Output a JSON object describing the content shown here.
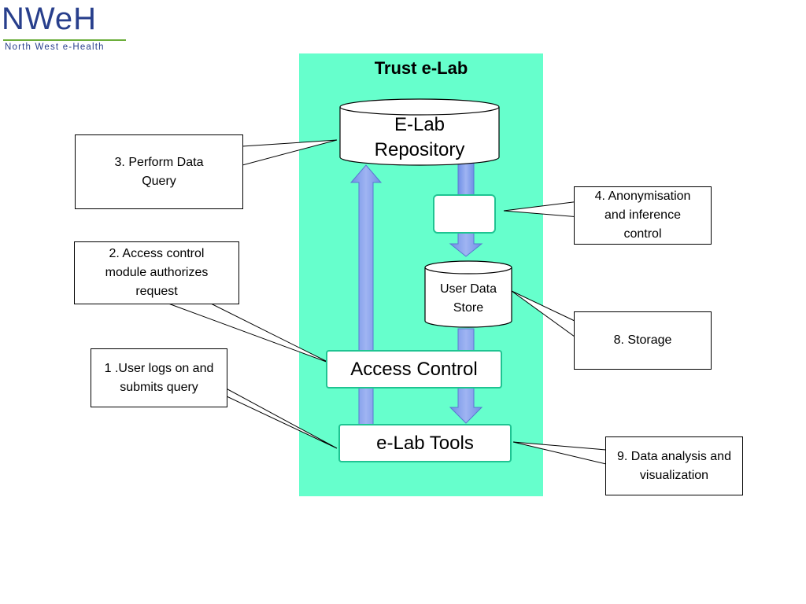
{
  "logo": {
    "mark": "NWeH",
    "subtitle": "North West e-Health"
  },
  "lab": {
    "title": "Trust e-Lab",
    "background_color": "#66ffcc"
  },
  "nodes": {
    "repository": "E-Lab Repository",
    "anonymisation_box": "",
    "user_data_store": "User Data Store",
    "access_control": "Access Control",
    "elab_tools": "e-Lab Tools"
  },
  "callouts": {
    "perform_query": "3. Perform Data Query",
    "access_authorizes": "2. Access control module authorizes request",
    "user_logs_on": "1 .User logs on and submits query",
    "anonymisation": "4.  Anonymisation and inference control",
    "storage": "8. Storage",
    "analysis": "9. Data analysis and visualization"
  },
  "colors": {
    "node_border": "#1fc492",
    "arrow_fill": "#7e9cee",
    "logo_blue": "#283f8c",
    "logo_green": "#6cae3b"
  }
}
